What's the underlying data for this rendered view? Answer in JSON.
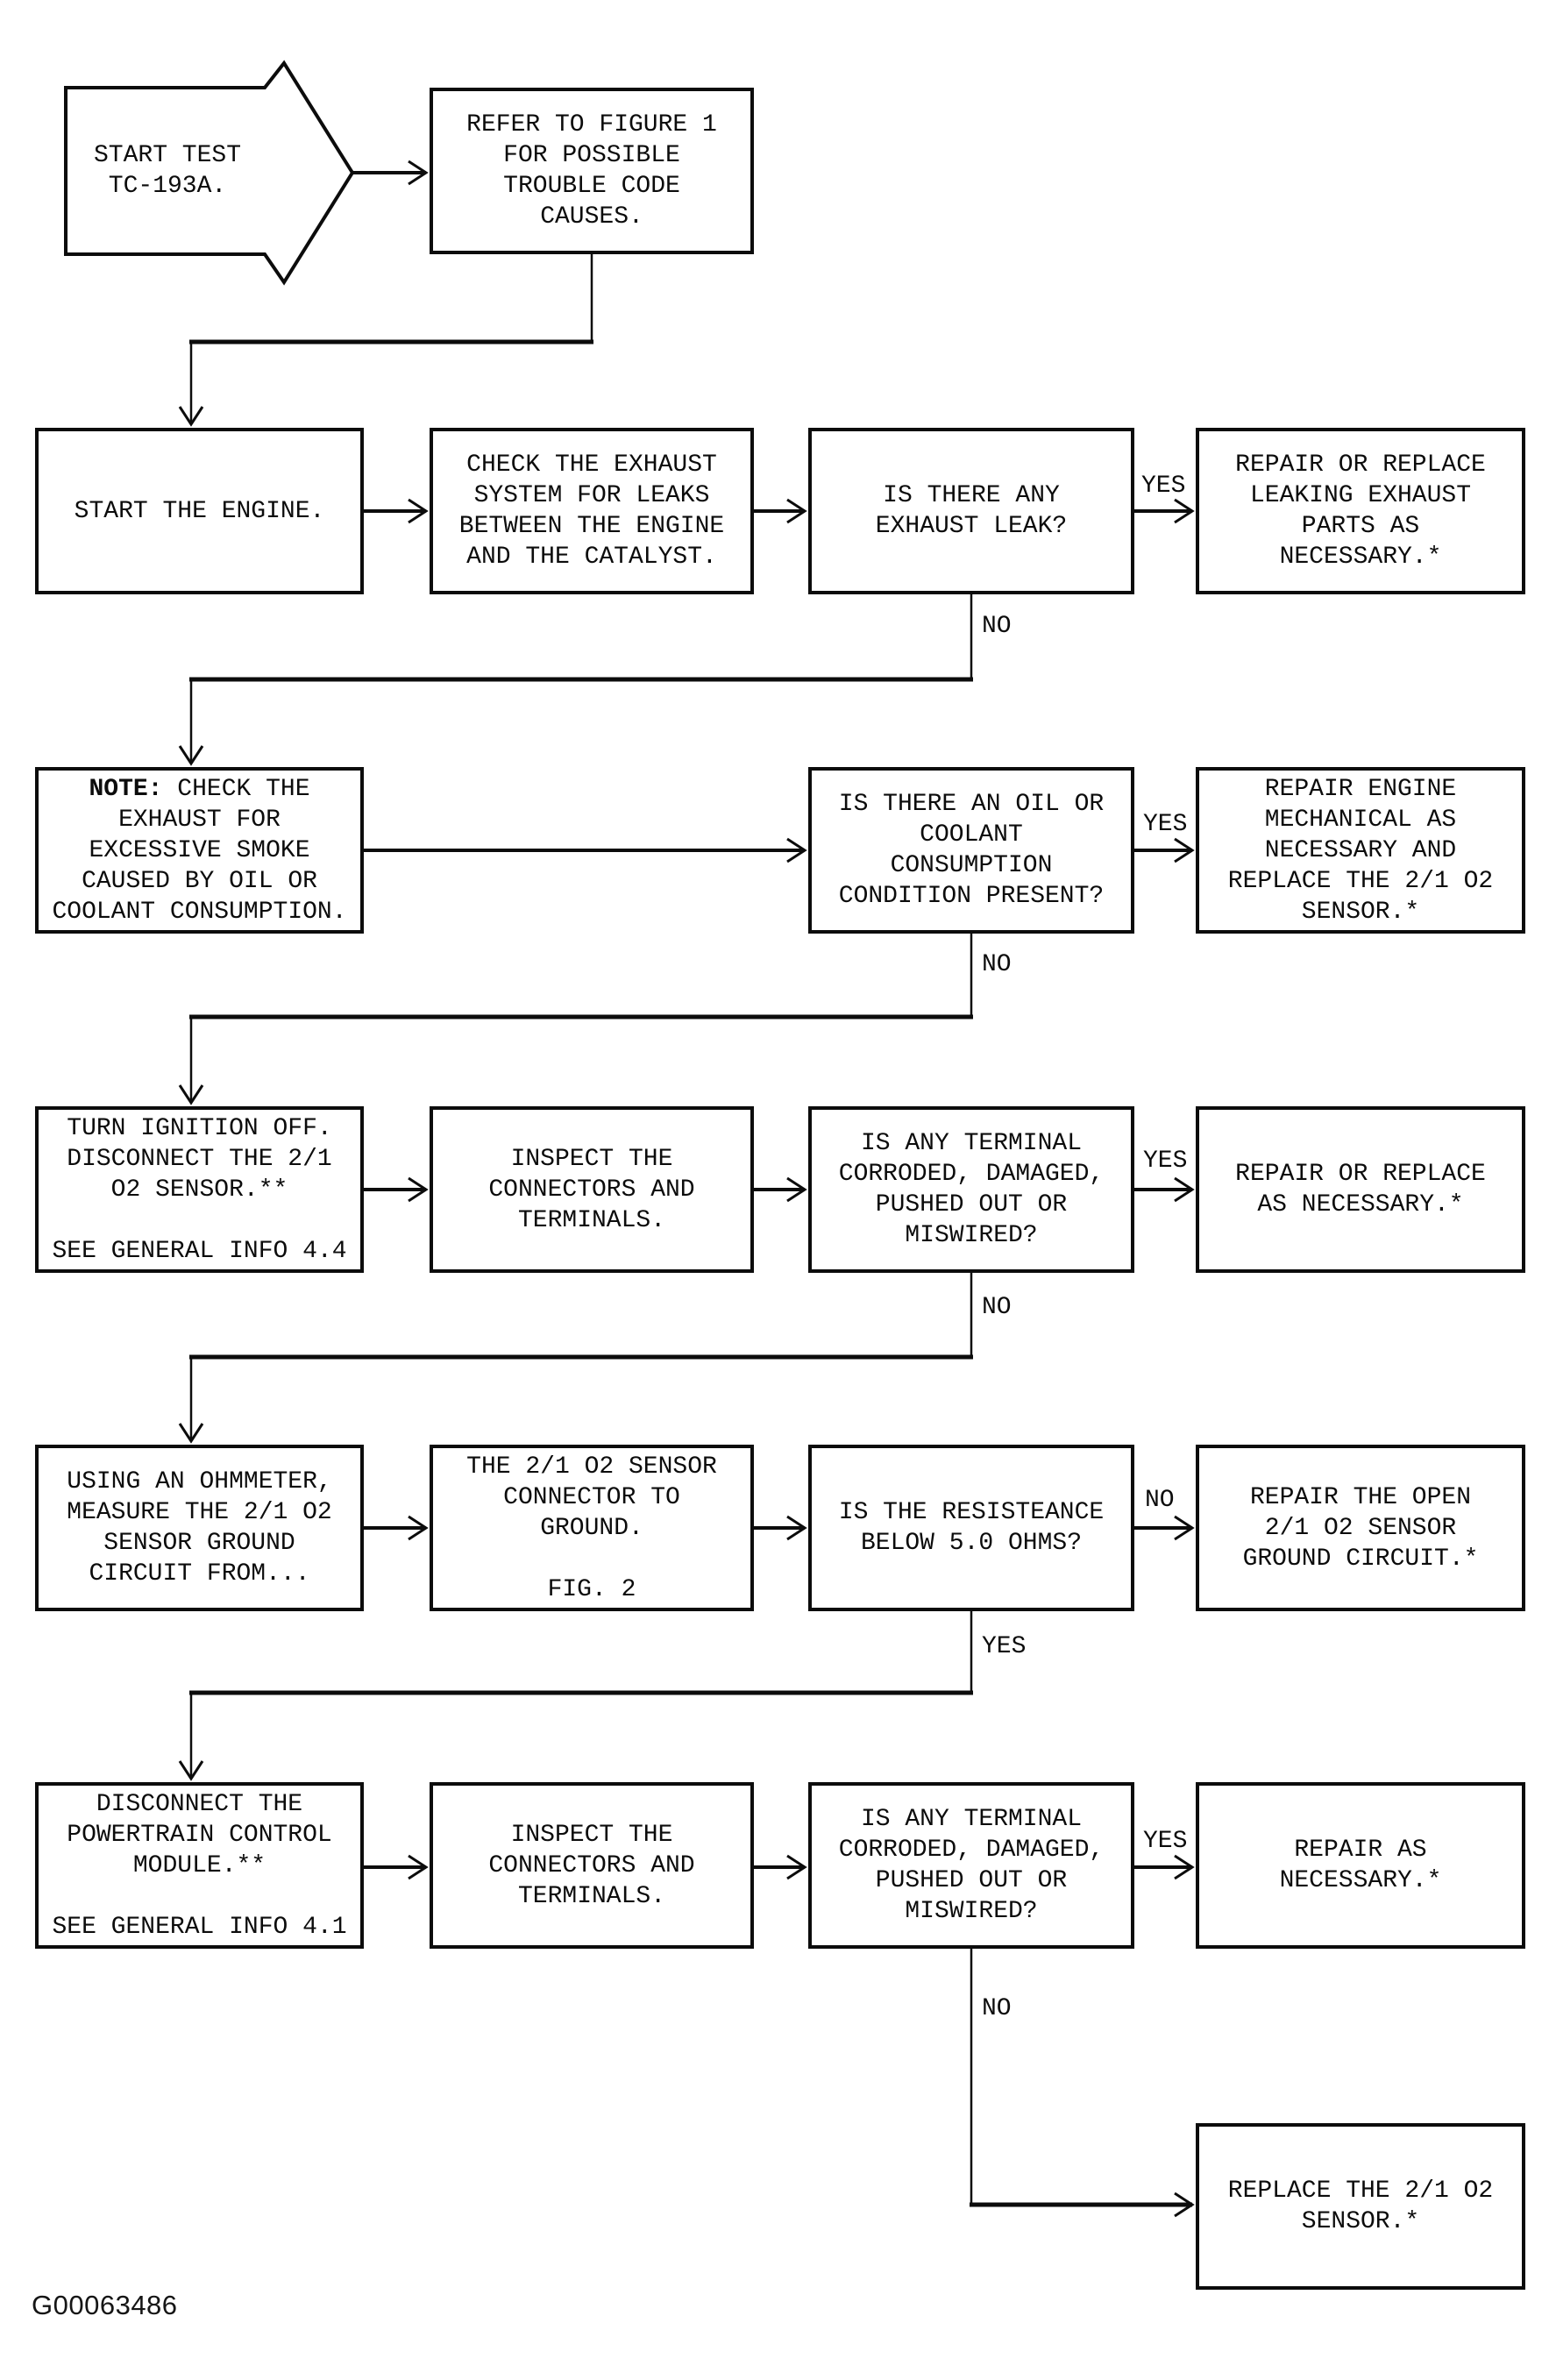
{
  "figure_code": "G00063486",
  "flowchart": {
    "start": "START TEST\nTC-193A.",
    "refer": "REFER TO FIGURE 1\nFOR POSSIBLE\nTROUBLE CODE\nCAUSES.",
    "row2": {
      "c1": "START THE ENGINE.",
      "c2": "CHECK THE EXHAUST\nSYSTEM FOR LEAKS\nBETWEEN THE ENGINE\nAND THE CATALYST.",
      "c3": "IS THERE ANY\nEXHAUST LEAK?",
      "c4": "REPAIR OR REPLACE\nLEAKING EXHAUST\nPARTS AS\nNECESSARY.*",
      "yes": "YES",
      "no": "NO"
    },
    "row3": {
      "note_label": "NOTE:",
      "note_rest": " CHECK THE\nEXHAUST FOR\nEXCESSIVE SMOKE\nCAUSED BY OIL OR\nCOOLANT CONSUMPTION.",
      "c3": "IS THERE AN OIL OR\nCOOLANT\nCONSUMPTION\nCONDITION PRESENT?",
      "c4": "REPAIR ENGINE\nMECHANICAL AS\nNECESSARY AND\nREPLACE THE 2/1 O2\nSENSOR.*",
      "yes": "YES",
      "no": "NO"
    },
    "row4": {
      "c1": "TURN IGNITION OFF.\nDISCONNECT THE 2/1\nO2 SENSOR.**\n\nSEE GENERAL INFO 4.4",
      "c2": "INSPECT THE\nCONNECTORS AND\nTERMINALS.",
      "c3": "IS ANY TERMINAL\nCORRODED, DAMAGED,\nPUSHED OUT OR\nMISWIRED?",
      "c4": "REPAIR OR REPLACE\nAS NECESSARY.*",
      "yes": "YES",
      "no": "NO"
    },
    "row5": {
      "c1": "USING AN OHMMETER,\nMEASURE THE 2/1 O2\nSENSOR GROUND\nCIRCUIT FROM...",
      "c2": "THE 2/1 O2 SENSOR\nCONNECTOR TO\nGROUND.\n\nFIG. 2",
      "c3": "IS THE RESISTEANCE\nBELOW 5.0 OHMS?",
      "c4": "REPAIR THE OPEN\n2/1 O2 SENSOR\nGROUND CIRCUIT.*",
      "no": "NO",
      "yes": "YES"
    },
    "row6": {
      "c1": "DISCONNECT THE\nPOWERTRAIN CONTROL\nMODULE.**\n\nSEE GENERAL INFO 4.1",
      "c2": "INSPECT THE\nCONNECTORS AND\nTERMINALS.",
      "c3": "IS ANY TERMINAL\nCORRODED, DAMAGED,\nPUSHED OUT OR\nMISWIRED?",
      "c4": "REPAIR AS\nNECESSARY.*",
      "yes": "YES",
      "no": "NO"
    },
    "row7": {
      "c4": "REPLACE THE 2/1 O2\nSENSOR.*"
    }
  }
}
